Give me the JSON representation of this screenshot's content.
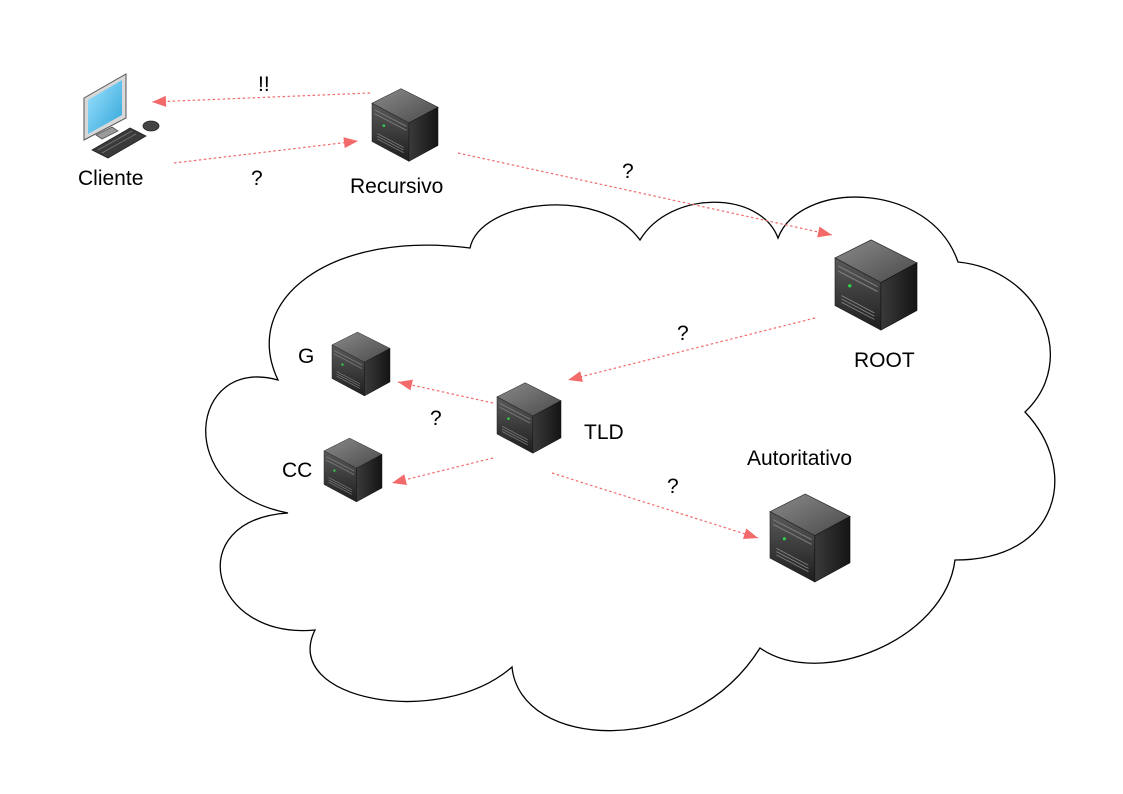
{
  "colors": {
    "arrow": "#f26a6a",
    "cloud_fill": "#ffffff",
    "cloud_stroke": "#000000",
    "server_dark": "#2a2a2a",
    "server_mid": "#4a4a4a",
    "server_light": "#7a7a7a",
    "server_led": "#2fd24a",
    "monitor_screen": "#5cc8f2"
  },
  "nodes": {
    "client": {
      "label": "Cliente",
      "icon": "desktop-computer-icon"
    },
    "recursive": {
      "label": "Recursivo",
      "icon": "server-icon"
    },
    "root": {
      "label": "ROOT",
      "icon": "server-icon"
    },
    "tld": {
      "label": "TLD",
      "icon": "server-icon"
    },
    "g": {
      "label": "G",
      "icon": "server-icon"
    },
    "cc": {
      "label": "CC",
      "icon": "server-icon"
    },
    "authoritative": {
      "label": "Autoritativo",
      "icon": "server-icon"
    }
  },
  "edges": {
    "client_to_recursive": {
      "label": "?"
    },
    "recursive_to_client": {
      "label": "!!"
    },
    "recursive_to_root": {
      "label": "?"
    },
    "root_to_tld": {
      "label": "?"
    },
    "tld_to_g_cc": {
      "label": "?"
    },
    "tld_to_authoritative": {
      "label": "?"
    }
  }
}
